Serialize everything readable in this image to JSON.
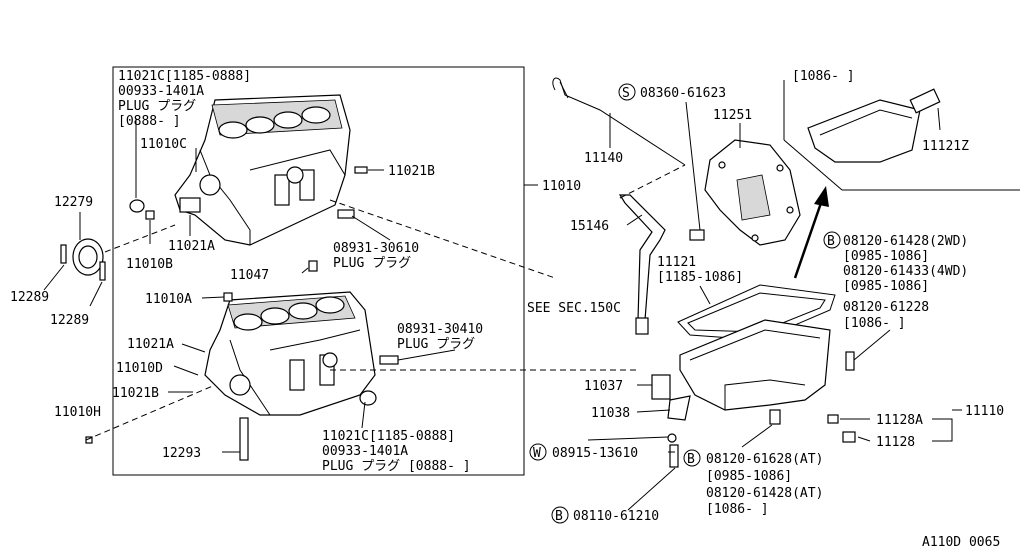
{
  "diagram_id": "A110D 0065",
  "see_section": "SEE SEC.150C",
  "labels": {
    "upper_plug_group": [
      "11021C[1185-0888]",
      "00933-1401A",
      "PLUG プラグ",
      "[0888-   ]"
    ],
    "p11010C": "11010C",
    "p11021B_top": "11021B",
    "p11010": "11010",
    "p12279": "12279",
    "p11021A_top": "11021A",
    "p11010B": "11010B",
    "plug_30610": [
      "08931-30610",
      "PLUG プラグ"
    ],
    "p11047": "11047",
    "p12289_a": "12289",
    "p12289_b": "12289",
    "p11010A": "11010A",
    "plug_30410": [
      "08931-30410",
      "PLUG プラグ"
    ],
    "p11021A_low": "11021A",
    "p11010D": "11010D",
    "p11021B_low": "11021B",
    "p11010H": "11010H",
    "p12293": "12293",
    "lower_plug_group": [
      "11021C[1185-0888]",
      "00933-1401A",
      "PLUG プラグ [0888-   ]"
    ],
    "s_bolt": "08360-61623",
    "p11251": "11251",
    "p11140": "11140",
    "p15146": "15146",
    "p11121": [
      "11121",
      "[1185-1086]"
    ],
    "pan_top_range": "[1086-   ]",
    "p11121Z": "11121Z",
    "b_bolt_group": [
      "08120-61428(2WD)",
      "[0985-1086]",
      "08120-61433(4WD)",
      "[0985-1086]",
      "08120-61228",
      "[1086-   ]"
    ],
    "p11037": "11037",
    "p11038": "11038",
    "w_washer": "08915-13610",
    "b_drain_group": [
      "08120-61628(AT)",
      "[0985-1086]",
      "08120-61428(AT)",
      "[1086-   ]"
    ],
    "b_bottom": "08110-61210",
    "p11128A": "11128A",
    "p11128": "11128",
    "p11110": "11110"
  },
  "circle_letters": {
    "s": "S",
    "b1": "B",
    "w": "W",
    "b2": "B",
    "b3": "B"
  }
}
